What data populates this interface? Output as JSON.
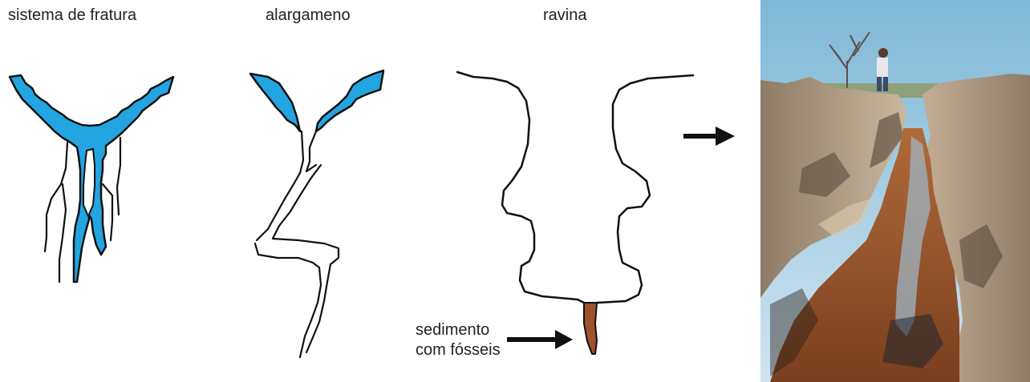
{
  "panels": {
    "fracture_system": {
      "title": "sistema de fratura"
    },
    "widening": {
      "title": "alargameno"
    },
    "ravine": {
      "title": "ravina"
    }
  },
  "annotation": {
    "sediment_line1": "sedimento",
    "sediment_line2": "com fósseis"
  },
  "colors": {
    "water": "#22a5e0",
    "sediment": "#a0522d",
    "outline": "#111111",
    "arrow": "#111111"
  }
}
